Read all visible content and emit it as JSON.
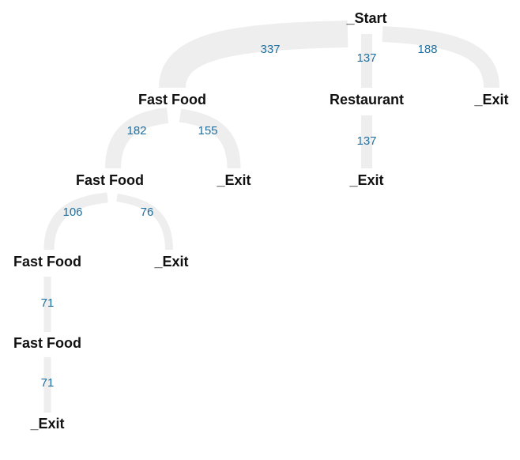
{
  "nodes": {
    "start": "_Start",
    "fast_food_1": "Fast Food",
    "restaurant": "Restaurant",
    "exit_1": "_Exit",
    "fast_food_2": "Fast Food",
    "exit_2": "_Exit",
    "exit_3": "_Exit",
    "fast_food_3": "Fast Food",
    "exit_4": "_Exit",
    "fast_food_4": "Fast Food",
    "exit_5": "_Exit"
  },
  "flows": {
    "start_to_fast_food": "337",
    "start_to_restaurant": "137",
    "start_to_exit": "188",
    "restaurant_to_exit": "137",
    "fast_food_1_to_fast_food": "182",
    "fast_food_1_to_exit": "155",
    "fast_food_2_to_fast_food": "106",
    "fast_food_2_to_exit": "76",
    "fast_food_3_to_fast_food": "71",
    "fast_food_4_to_exit": "71"
  },
  "colors": {
    "flow": "#eeeeee",
    "flow_label": "#1f6f9f",
    "node_label": "#111111"
  }
}
